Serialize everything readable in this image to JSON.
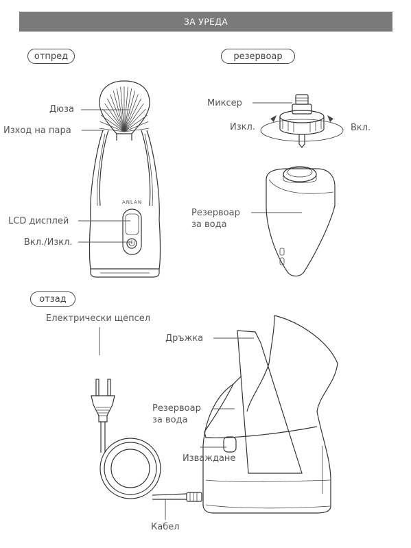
{
  "header": {
    "title": "ЗА УРЕДА"
  },
  "sections": {
    "front": "отпред",
    "tank": "резервоар",
    "back": "отзад"
  },
  "front_labels": {
    "nozzle": "Дюза",
    "steam_outlet": "Изход на пара",
    "lcd": "LCD дисплей",
    "power": "Вкл./Изкл.",
    "brand": "ANLAN"
  },
  "tank_labels": {
    "mixer": "Миксер",
    "off": "Изкл.",
    "on": "Вкл.",
    "tank_line1": "Резервоар",
    "tank_line2": "за вода"
  },
  "back_labels": {
    "plug": "Електрически щепсел",
    "handle": "Дръжка",
    "tank_line1": "Резервоар",
    "tank_line2": "за вода",
    "remove": "Изваждане",
    "cable": "Кабел"
  }
}
